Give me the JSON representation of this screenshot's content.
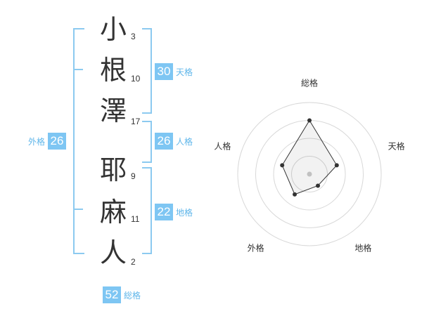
{
  "name": {
    "chars": [
      {
        "char": "小",
        "strokes": "3"
      },
      {
        "char": "根",
        "strokes": "10"
      },
      {
        "char": "澤",
        "strokes": "17"
      },
      {
        "char": "耶",
        "strokes": "9"
      },
      {
        "char": "麻",
        "strokes": "11"
      },
      {
        "char": "人",
        "strokes": "2"
      }
    ]
  },
  "kaku": {
    "tenkaku": {
      "value": "30",
      "label": "天格"
    },
    "jinkaku": {
      "value": "26",
      "label": "人格"
    },
    "chikaku": {
      "value": "22",
      "label": "地格"
    },
    "gaikaku": {
      "value": "26",
      "label": "外格"
    },
    "soukaku": {
      "value": "52",
      "label": "総格"
    }
  },
  "colors": {
    "accent": "#7ec6f3",
    "bracket": "#8ccaf0",
    "label": "#5fb6ea"
  },
  "chart_data": {
    "type": "radar",
    "axes": [
      "総格",
      "天格",
      "地格",
      "外格",
      "人格"
    ],
    "values": [
      0.75,
      0.4,
      0.2,
      0.35,
      0.4
    ],
    "rings": 4,
    "range": [
      0,
      1
    ]
  }
}
